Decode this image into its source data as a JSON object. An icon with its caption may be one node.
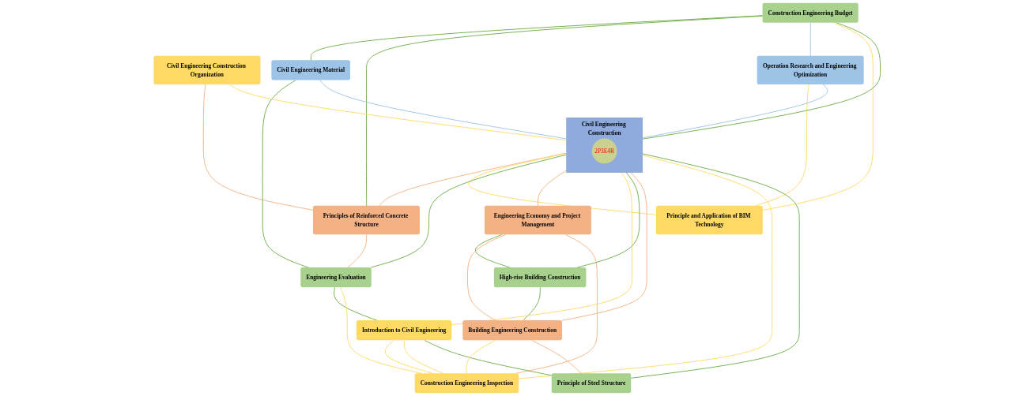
{
  "diagram": {
    "nodes": [
      {
        "text": [
          "Civil Engineering Construction"
        ]
      },
      {
        "text": [
          "2P3E4R"
        ],
        "in": 0
      },
      {
        "text": [
          "Construction Engineering Budget"
        ]
      },
      {
        "text": [
          "Civil Engineering Construction Organization"
        ]
      },
      {
        "text": [
          "Operation Research and Engineering Optimization"
        ]
      },
      {
        "text": [
          "Civil Engineering Material"
        ]
      },
      {
        "text": [
          "Principles of Reinforced Concrete Structure"
        ]
      },
      {
        "text": [
          "Principle and Application of BIM Technology"
        ]
      },
      {
        "text": [
          "Engineering Evaluation"
        ]
      },
      {
        "text": [
          "Engineering Economy and Project Management"
        ]
      },
      {
        "text": [
          "Introduction to Civil Engineering"
        ]
      },
      {
        "text": [
          "High-rise Building Construction"
        ]
      },
      {
        "text": [
          "Building Engineering Construction"
        ]
      },
      {
        "text": [
          "Construction Engineering Inspection"
        ]
      },
      {
        "text": [
          "Principle of Steel Structure"
        ]
      }
    ],
    "edges": [
      {
        "from": 2,
        "to": 0,
        "arrow": "none",
        "color": "#70ad47"
      },
      {
        "from": 2,
        "to": 5,
        "arrow": "none",
        "color": "#70ad47"
      },
      {
        "from": 2,
        "to": 6,
        "arrow": "none",
        "color": "#70ad47"
      },
      {
        "from": 2,
        "to": 4,
        "arrow": "none",
        "color": "#9dc3e6"
      },
      {
        "from": 2,
        "to": 7,
        "arrow": "none",
        "color": "#ffd966"
      },
      {
        "from": 3,
        "to": 0,
        "arrow": "none",
        "color": "#ffd966"
      },
      {
        "from": 3,
        "to": 6,
        "arrow": "none",
        "color": "#f4b183"
      },
      {
        "from": 4,
        "to": 0,
        "arrow": "none",
        "color": "#9dc3e6"
      },
      {
        "from": 4,
        "to": 7,
        "arrow": "none",
        "color": "#ffd966"
      },
      {
        "from": 5,
        "to": 0,
        "arrow": "none",
        "color": "#9dc3e6"
      },
      {
        "from": 5,
        "to": 8,
        "arrow": "none",
        "color": "#70ad47"
      },
      {
        "from": 0,
        "to": 6,
        "arrow": "none",
        "color": "#f4b183"
      },
      {
        "from": 6,
        "to": 8,
        "arrow": "none",
        "color": "#f4b183"
      },
      {
        "from": 0,
        "to": 7,
        "arrow": "none",
        "color": "#ffd966"
      },
      {
        "from": 0,
        "to": 8,
        "arrow": "none",
        "color": "#70ad47"
      },
      {
        "from": 0,
        "to": 9,
        "arrow": "none",
        "color": "#f4b183"
      },
      {
        "from": 0,
        "to": 10,
        "arrow": "none",
        "color": "#ffd966"
      },
      {
        "from": 0,
        "to": 11,
        "arrow": "none",
        "color": "#70ad47"
      },
      {
        "from": 0,
        "to": 12,
        "arrow": "none",
        "color": "#f4b183"
      },
      {
        "from": 0,
        "to": 13,
        "arrow": "none",
        "color": "#ffd966"
      },
      {
        "from": 0,
        "to": 14,
        "arrow": "none",
        "color": "#70ad47"
      },
      {
        "from": 9,
        "to": 11,
        "arrow": "none",
        "color": "#70ad47"
      },
      {
        "from": 9,
        "to": 12,
        "arrow": "none",
        "color": "#f4b183"
      },
      {
        "from": 9,
        "to": 13,
        "arrow": "none",
        "color": "#f4b183"
      },
      {
        "from": 10,
        "to": 13,
        "arrow": "none",
        "color": "#ffd966"
      },
      {
        "from": 10,
        "to": 13,
        "arrow": "none",
        "color": "#ffd966"
      },
      {
        "from": 10,
        "to": 14,
        "arrow": "none",
        "color": "#70ad47"
      },
      {
        "from": 8,
        "to": 10,
        "arrow": "none",
        "color": "#70ad47"
      },
      {
        "from": 11,
        "to": 12,
        "arrow": "none",
        "color": "#70ad47"
      },
      {
        "from": 12,
        "to": 13,
        "arrow": "none",
        "color": "#ffd966"
      },
      {
        "from": 12,
        "to": 14,
        "arrow": "none",
        "color": "#f4b183"
      },
      {
        "from": 13,
        "to": 8,
        "arrow": "none",
        "color": "#ffd966"
      }
    ]
  }
}
